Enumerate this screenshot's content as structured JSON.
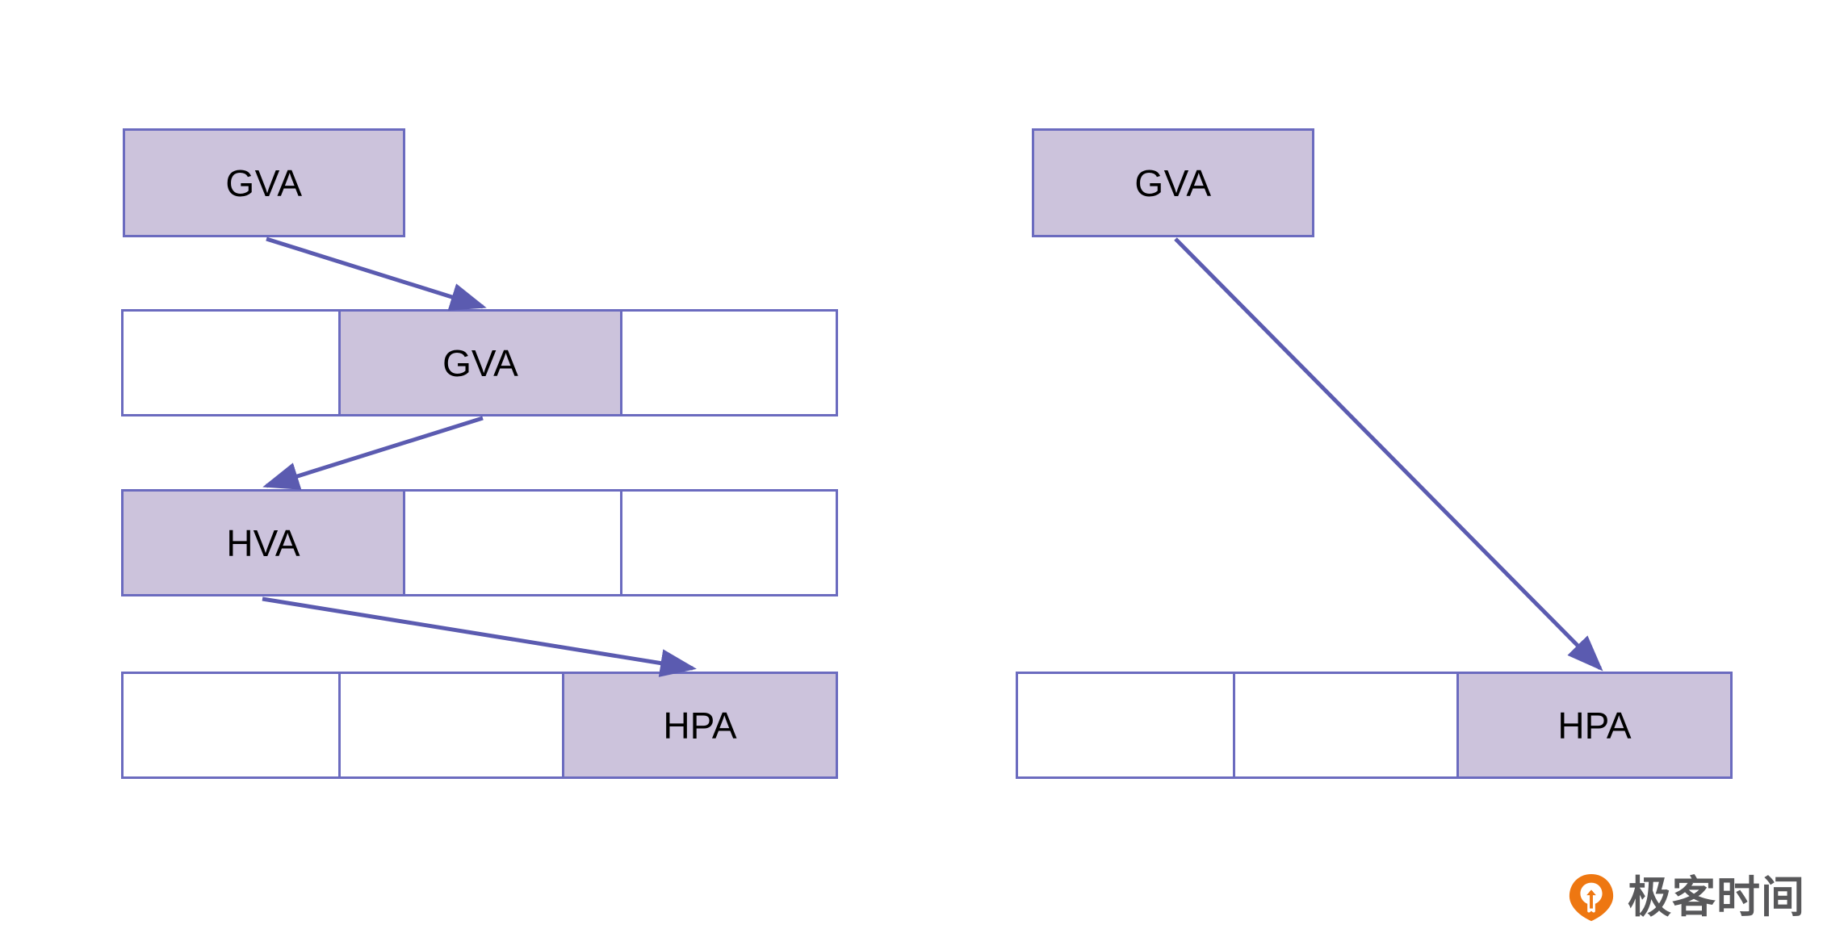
{
  "diagram": {
    "title": "",
    "colors": {
      "fill": "#CCC3DC",
      "stroke": "#6B6BBF",
      "arrow": "#5B5BB0",
      "text": "#000000",
      "background": "#FFFFFF",
      "watermark_logo": "#EE7711",
      "watermark_text": "#58585A"
    },
    "panels": [
      {
        "id": "left-panel",
        "name": "multi-level-address-translation",
        "top_box": {
          "label": "GVA"
        },
        "rows": [
          {
            "id": "left-row-1",
            "cells": [
              {
                "label": "",
                "highlighted": false
              },
              {
                "label": "GVA",
                "highlighted": true
              },
              {
                "label": "",
                "highlighted": false
              }
            ]
          },
          {
            "id": "left-row-2",
            "cells": [
              {
                "label": "HVA",
                "highlighted": true
              },
              {
                "label": "",
                "highlighted": false
              },
              {
                "label": "",
                "highlighted": false
              }
            ]
          },
          {
            "id": "left-row-3",
            "cells": [
              {
                "label": "",
                "highlighted": false
              },
              {
                "label": "",
                "highlighted": false
              },
              {
                "label": "HPA",
                "highlighted": true
              }
            ]
          }
        ],
        "arrows": [
          {
            "name": "arrow-gva-to-gva",
            "from": "top-box",
            "to": "left-row-1-cell-2"
          },
          {
            "name": "arrow-gva-to-hva",
            "from": "left-row-1-cell-2",
            "to": "left-row-2-cell-1"
          },
          {
            "name": "arrow-hva-to-hpa",
            "from": "left-row-2-cell-1",
            "to": "left-row-3-cell-3"
          }
        ]
      },
      {
        "id": "right-panel",
        "name": "direct-address-translation",
        "top_box": {
          "label": "GVA"
        },
        "rows": [
          {
            "id": "right-row-1",
            "cells": [
              {
                "label": "",
                "highlighted": false
              },
              {
                "label": "",
                "highlighted": false
              },
              {
                "label": "HPA",
                "highlighted": true
              }
            ]
          }
        ],
        "arrows": [
          {
            "name": "arrow-gva-to-hpa",
            "from": "top-box",
            "to": "right-row-1-cell-3"
          }
        ]
      }
    ]
  },
  "watermark": {
    "text": "极客时间",
    "logo_name": "geektime-logo"
  }
}
